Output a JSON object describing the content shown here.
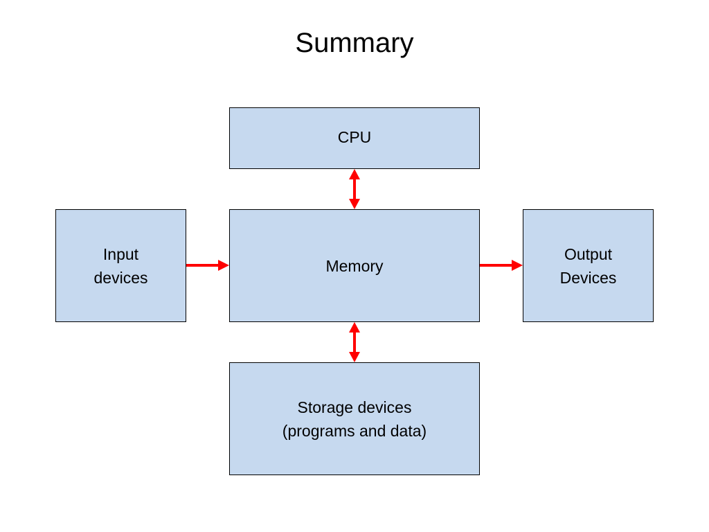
{
  "title": "Summary",
  "arrow_color": "#ff0000",
  "box_fill_color": "#c6d9ef",
  "nodes": {
    "cpu": "CPU",
    "memory": "Memory",
    "input": "Input\ndevices",
    "output": "Output\nDevices",
    "storage": "Storage devices\n(programs and data)"
  },
  "edges": [
    {
      "from": "input",
      "to": "memory",
      "direction": "one-way"
    },
    {
      "from": "memory",
      "to": "output",
      "direction": "one-way"
    },
    {
      "from": "cpu",
      "to": "memory",
      "direction": "two-way"
    },
    {
      "from": "memory",
      "to": "storage",
      "direction": "two-way"
    }
  ]
}
